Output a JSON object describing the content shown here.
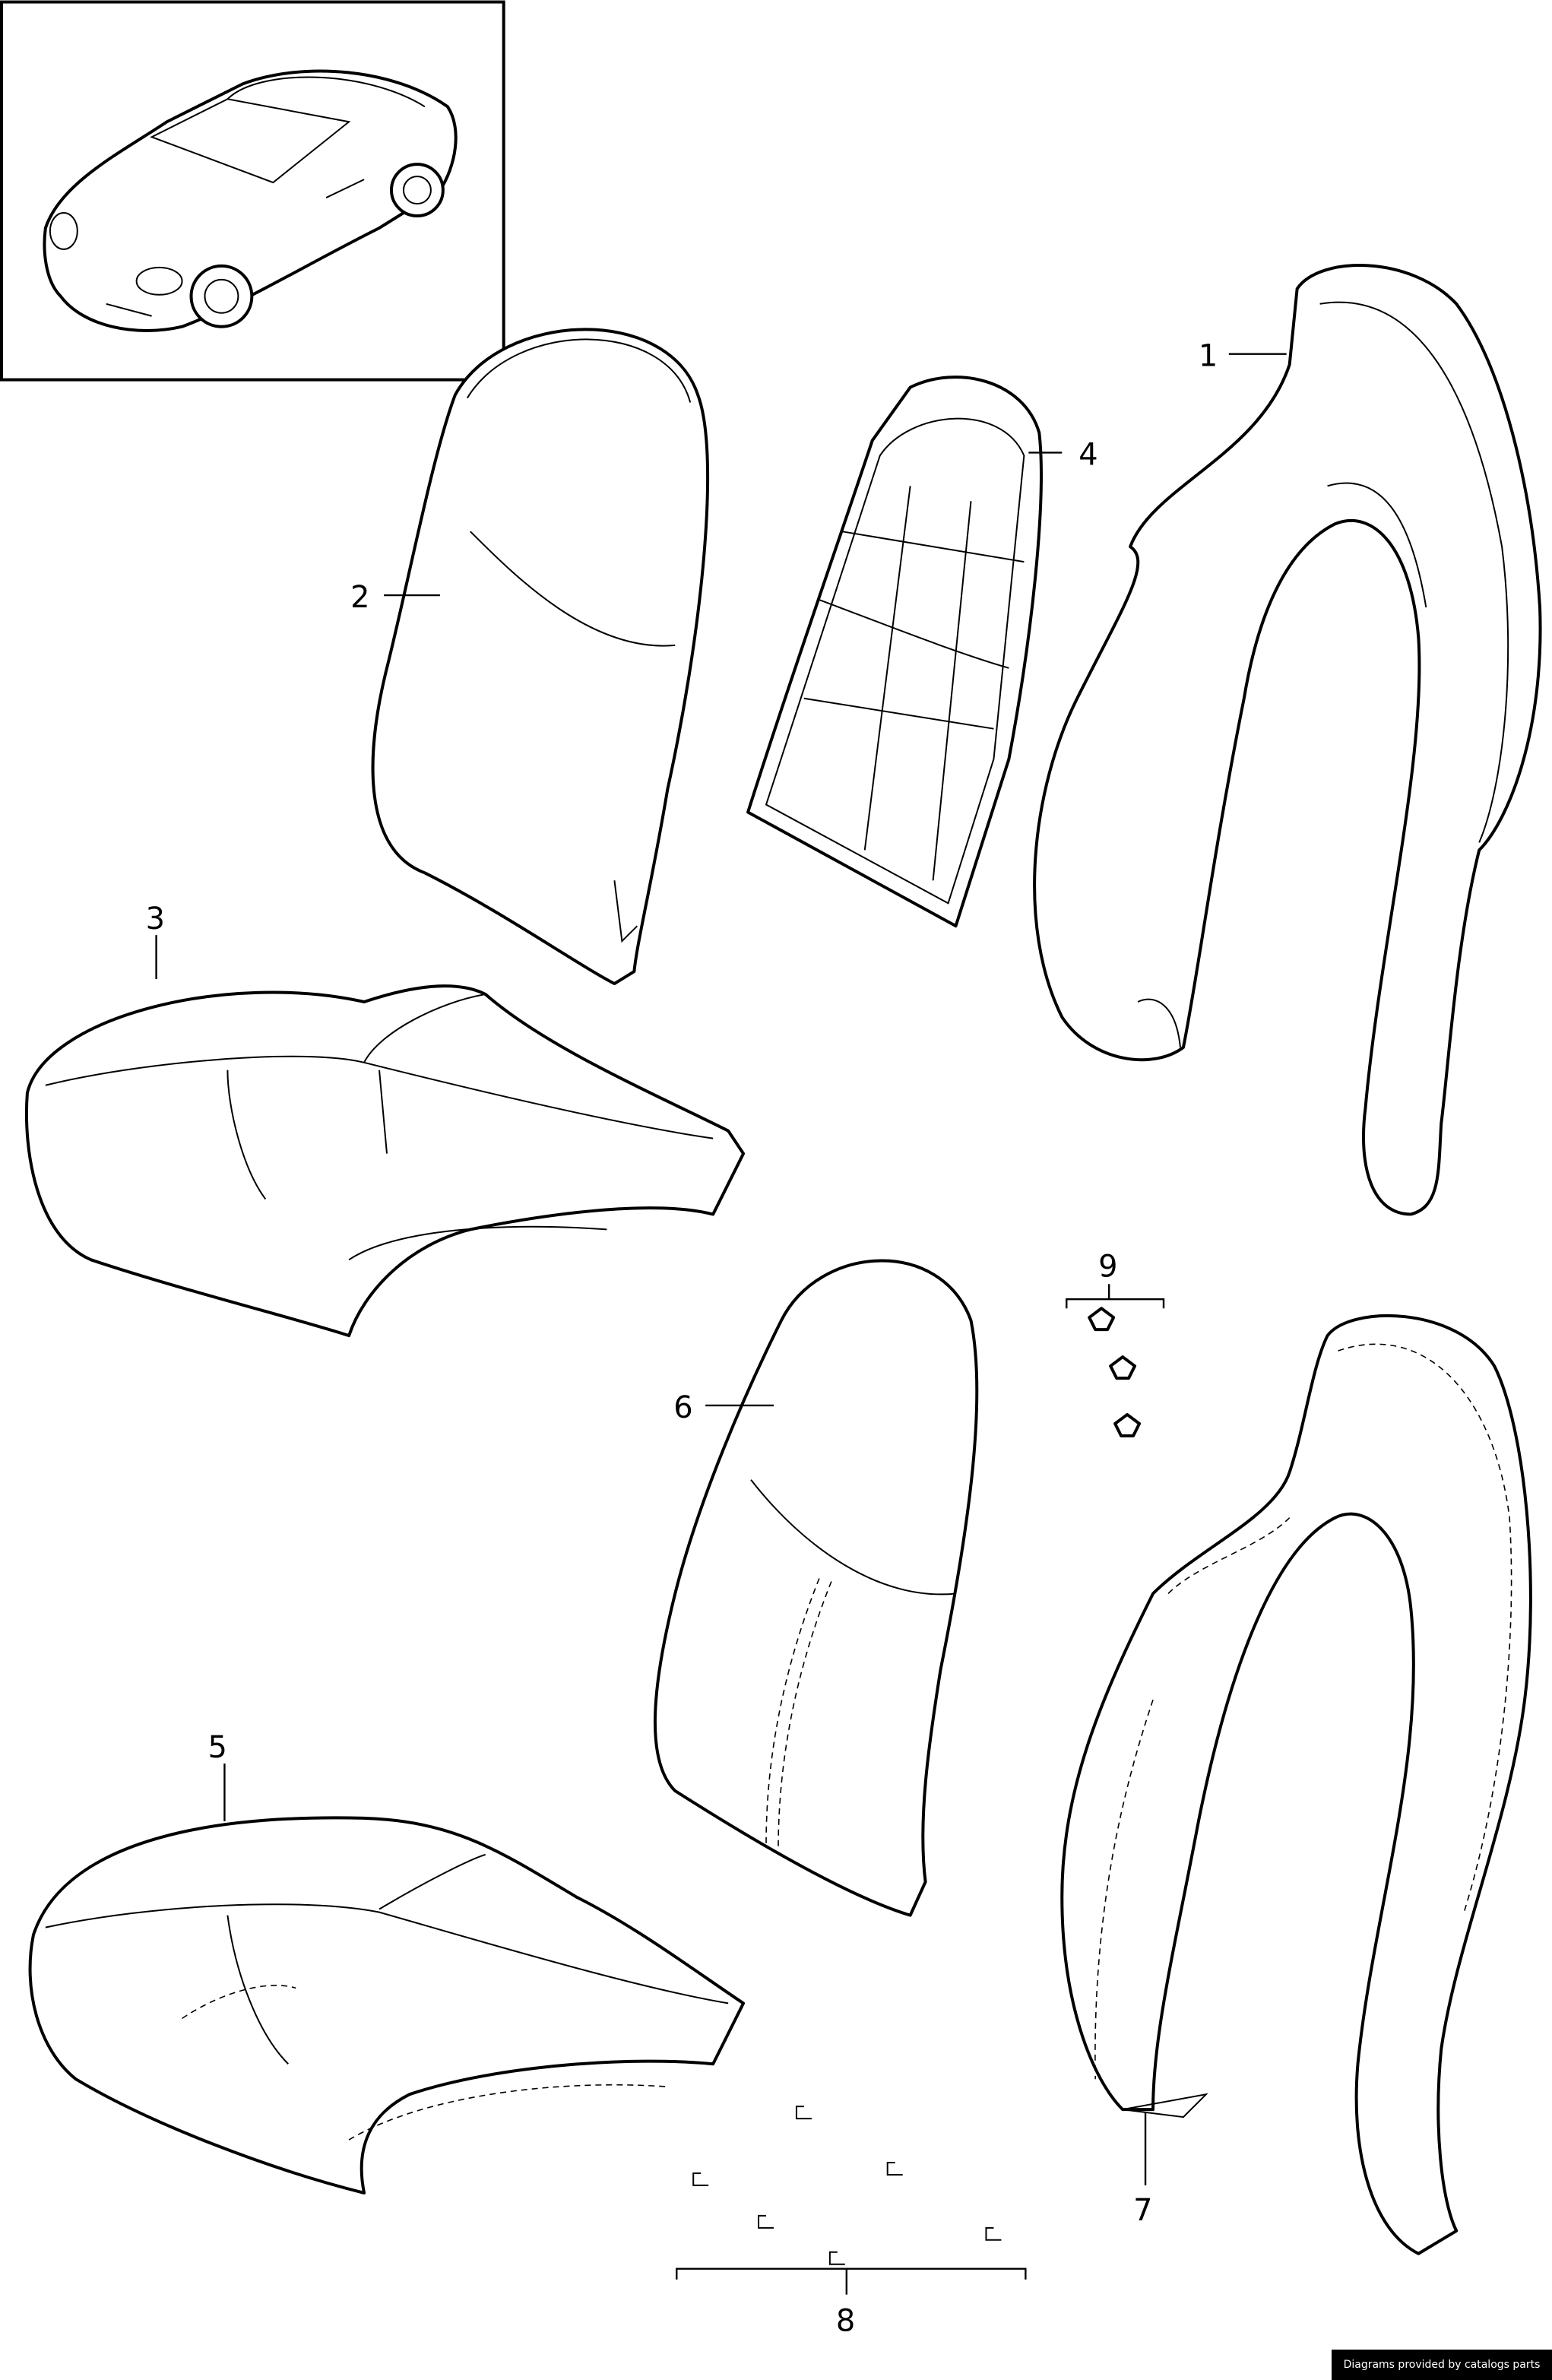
{
  "callouts": [
    "1",
    "2",
    "3",
    "4",
    "5",
    "6",
    "7",
    "8",
    "9"
  ],
  "credit": "Diagrams provided by catalogs parts"
}
